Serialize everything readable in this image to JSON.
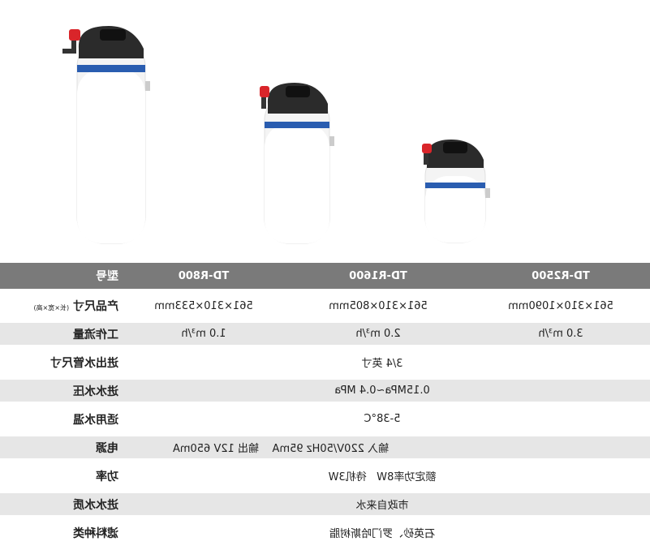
{
  "table": {
    "header": {
      "label": "型号",
      "models": [
        "TD-R800",
        "TD-R1600",
        "TD-R2500"
      ]
    },
    "rows": [
      {
        "id": "size",
        "label": "产品尺寸",
        "label_note": "(长×宽×高)",
        "values": [
          "561×310×533mm",
          "561×310×805mm",
          "561×310×1090mm"
        ]
      },
      {
        "id": "flow",
        "label": "工作流量",
        "values": [
          "1.0 m³/h",
          "2.0 m³/h",
          "3.0 m³/h"
        ]
      },
      {
        "id": "pipe",
        "label": "进出水管尺寸",
        "value": "3/4 英寸"
      },
      {
        "id": "pressure",
        "label": "进水水压",
        "value": "0.15MPa~0.4 MPa"
      },
      {
        "id": "temp",
        "label": "适用水温",
        "value": "5-38°C"
      },
      {
        "id": "power-supply",
        "label": "电源",
        "value": "输入 220V/50Hz 95mA    输出 12V 650mA"
      },
      {
        "id": "power",
        "label": "功率",
        "value": "额定功率8W   待机3W"
      },
      {
        "id": "water-quality",
        "label": "进水水质",
        "value": "市政自来水"
      },
      {
        "id": "media",
        "label": "滤料种类",
        "value": "石英砂、罗门哈斯树脂"
      }
    ]
  },
  "colors": {
    "header_bg": "#7a7a7a",
    "stripe_bg": "#e6e6e6",
    "accent_blue": "#2a5db0",
    "valve_red": "#d9252a"
  },
  "icons": [
    "water-softener-tall",
    "water-softener-medium",
    "water-softener-short"
  ]
}
